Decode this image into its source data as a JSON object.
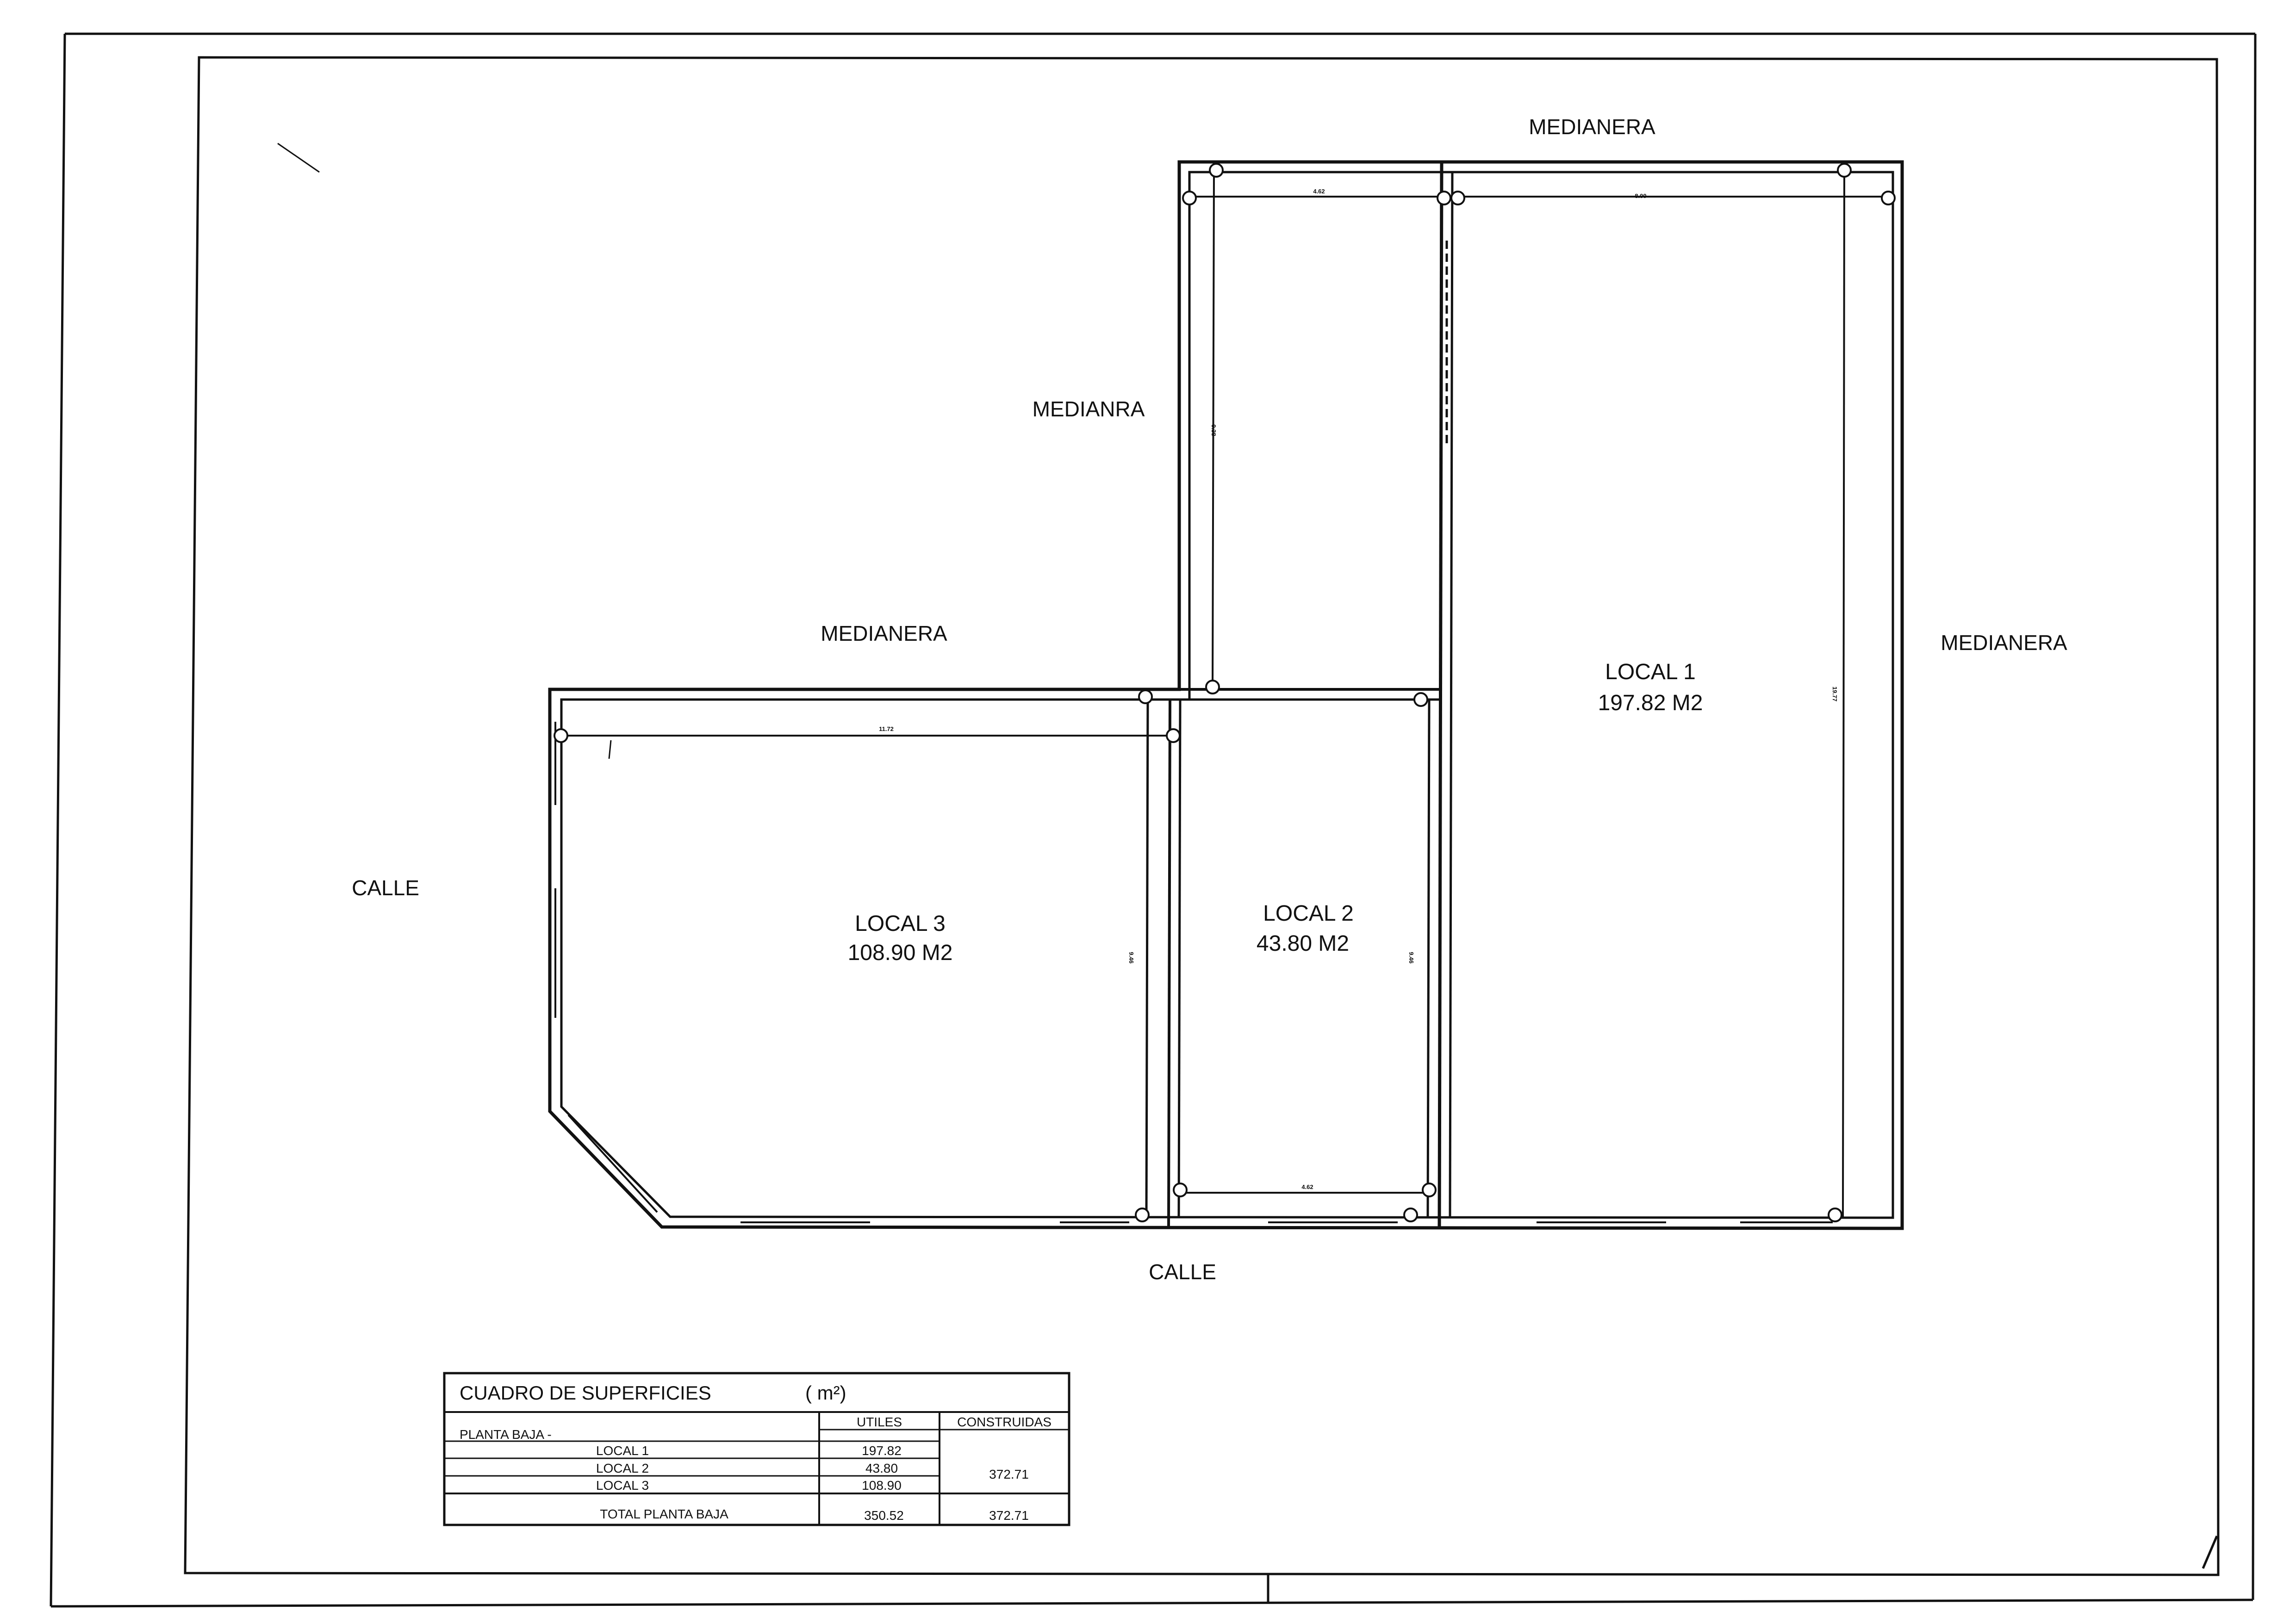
{
  "colors": {
    "ink": "#111111",
    "paper": "#ffffff"
  },
  "labels": {
    "medianera_top": "MEDIANERA",
    "medianera_mid": "MEDIANRA",
    "medianera_left": "MEDIANERA",
    "medianera_right": "MEDIANERA",
    "calle_left": "CALLE",
    "calle_bottom": "CALLE"
  },
  "rooms": {
    "local1": {
      "name": "LOCAL 1",
      "area": "197.82 M2"
    },
    "local2": {
      "name": "LOCAL 2",
      "area": "43.80 M2"
    },
    "local3": {
      "name": "LOCAL 3",
      "area": "108.90 M2"
    }
  },
  "dimensions": {
    "d_462_top": "4.62",
    "d_800": "8.00",
    "d_938": "9.38",
    "d_1977": "19.77",
    "d_1172": "11.72",
    "d_946_l3": "9.46",
    "d_946_l2": "9.46",
    "d_462_bottom": "4.62"
  },
  "table": {
    "title": "CUADRO DE SUPERFICIES",
    "unit": "( m²)",
    "col_utiles": "UTILES",
    "col_construidas": "CONSTRUIDAS",
    "section": "PLANTA BAJA -",
    "rows": [
      {
        "name": "LOCAL 1",
        "utiles": "197.82"
      },
      {
        "name": "LOCAL 2",
        "utiles": "43.80"
      },
      {
        "name": "LOCAL 3",
        "utiles": "108.90"
      }
    ],
    "construidas_group": "372.71",
    "total_label": "TOTAL PLANTA BAJA",
    "total_utiles": "350.52",
    "total_construidas": "372.71"
  }
}
